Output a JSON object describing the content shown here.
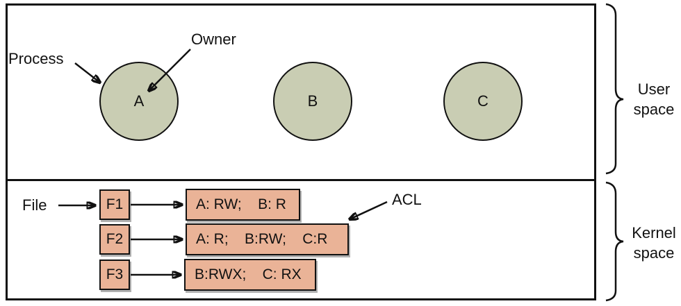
{
  "colors": {
    "circle_fill": "#c9cdb3",
    "box_fill": "#eab397",
    "stroke": "#111111",
    "shadow": "#b0b0b0"
  },
  "user_space": {
    "brace_label": "User space",
    "process_pointer_label": "Process",
    "owner_pointer_label": "Owner",
    "processes": [
      "A",
      "B",
      "C"
    ]
  },
  "kernel_space": {
    "brace_label": "Kernel space",
    "file_pointer_label": "File",
    "acl_pointer_label": "ACL",
    "files": [
      {
        "name": "F1",
        "acl": "A: RW;    B: R"
      },
      {
        "name": "F2",
        "acl": "A: R;    B:RW;    C:R"
      },
      {
        "name": "F3",
        "acl": "B:RWX;    C: RX"
      }
    ]
  }
}
